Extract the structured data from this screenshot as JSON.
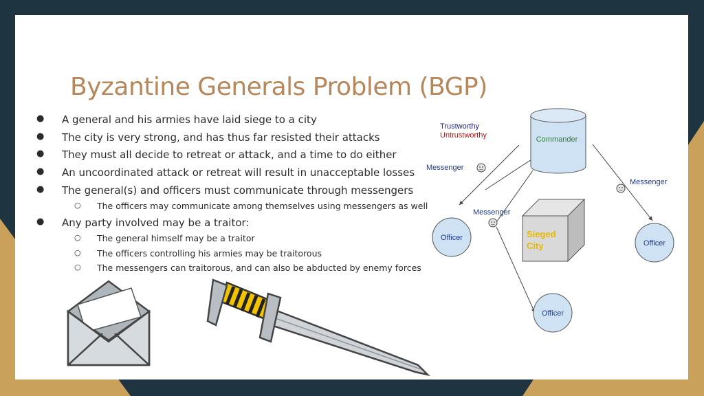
{
  "slide": {
    "title": "Byzantine Generals Problem (BGP)",
    "bullets": [
      {
        "text": "A general and his armies have laid siege to a city",
        "level": 1
      },
      {
        "text": "The city is very strong, and has thus far resisted their attacks",
        "level": 1
      },
      {
        "text": "They must all decide to retreat or attack, and a time to do either",
        "level": 1
      },
      {
        "text": "An uncoordinated attack or retreat will result in unacceptable losses",
        "level": 1
      },
      {
        "text": "The general(s) and officers must communicate through messengers",
        "level": 1
      },
      {
        "text": "The officers may communicate among themselves using messengers as well",
        "level": 2
      },
      {
        "text": "Any party involved may be a traitor:",
        "level": 1
      },
      {
        "text": "The general himself may be a traitor",
        "level": 2
      },
      {
        "text": "The officers controlling his armies may be traitorous",
        "level": 2
      },
      {
        "text": "The messengers can traitorous, and can also be abducted by enemy forces",
        "level": 2
      }
    ],
    "bullet_marks": {
      "level1": "●",
      "level2": "○"
    }
  },
  "diagram": {
    "legend": {
      "trustworthy": "Trustworthy",
      "untrustworthy": "Untrustworthy"
    },
    "commander": "Commander",
    "sieged_city": {
      "line1": "Sieged",
      "line2": "City"
    },
    "officers": {
      "left": "Officer",
      "right": "Officer",
      "bottom": "Officer"
    },
    "messengers": {
      "left": "Messenger",
      "middle": "Messenger",
      "right": "Messenger"
    }
  },
  "illustrations": {
    "envelope": "envelope-icon",
    "sword": "sword-icon"
  },
  "colors": {
    "background": "#1e3440",
    "gold": "#c9a15a",
    "title": "#b5875a",
    "legend_trustworthy": "#1a1a8c",
    "legend_untrustworthy": "#b01818",
    "commander_text": "#2e7d32",
    "sieged_city_text": "#e6b800",
    "officer_text": "#1a3a8c",
    "node_fill": "#cfe2f3",
    "city_fill": "#d9d9d9"
  }
}
